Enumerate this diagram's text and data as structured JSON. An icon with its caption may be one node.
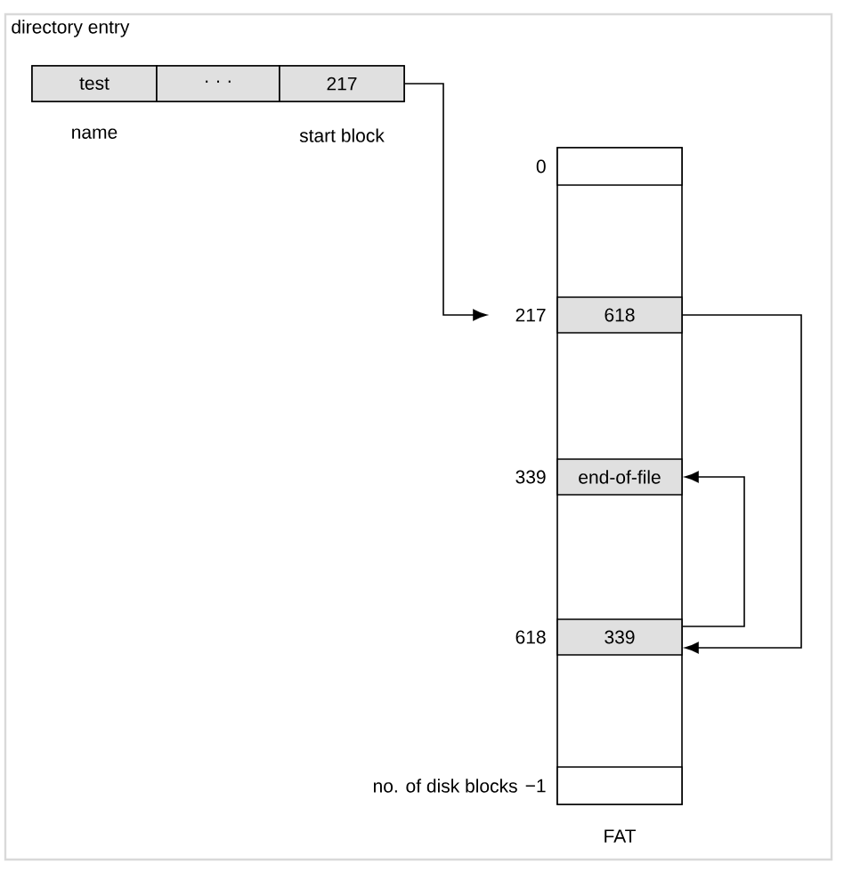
{
  "diagram": {
    "nodes": [
      {
        "text": [
          "directory entry"
        ]
      },
      {
        "text": [
          "test"
        ],
        "in": 0,
        "beside": [
          "name"
        ]
      },
      {
        "text": [
          "· · ·"
        ],
        "in": 0
      },
      {
        "text": [
          "217"
        ],
        "in": 0,
        "beside": [
          "start block"
        ]
      },
      {
        "text": [
          "FAT"
        ]
      },
      {
        "text": [],
        "shape": "box",
        "in": 4,
        "beside": [
          "0"
        ]
      },
      {
        "text": [
          "618"
        ],
        "in": 4,
        "beside": [
          "217"
        ]
      },
      {
        "text": [
          "end-of-file"
        ],
        "in": 4,
        "beside": [
          "339"
        ]
      },
      {
        "text": [
          "339"
        ],
        "in": 4,
        "beside": [
          "618"
        ]
      },
      {
        "text": [],
        "shape": "box",
        "in": 4,
        "beside": [
          "no. of disk blocks",
          "−1"
        ]
      }
    ],
    "edges": [
      {
        "from": 3,
        "to": 6,
        "arrow": "to"
      },
      {
        "from": 6,
        "to": 8,
        "arrow": "to"
      },
      {
        "from": 8,
        "to": 7,
        "arrow": "to"
      }
    ]
  }
}
